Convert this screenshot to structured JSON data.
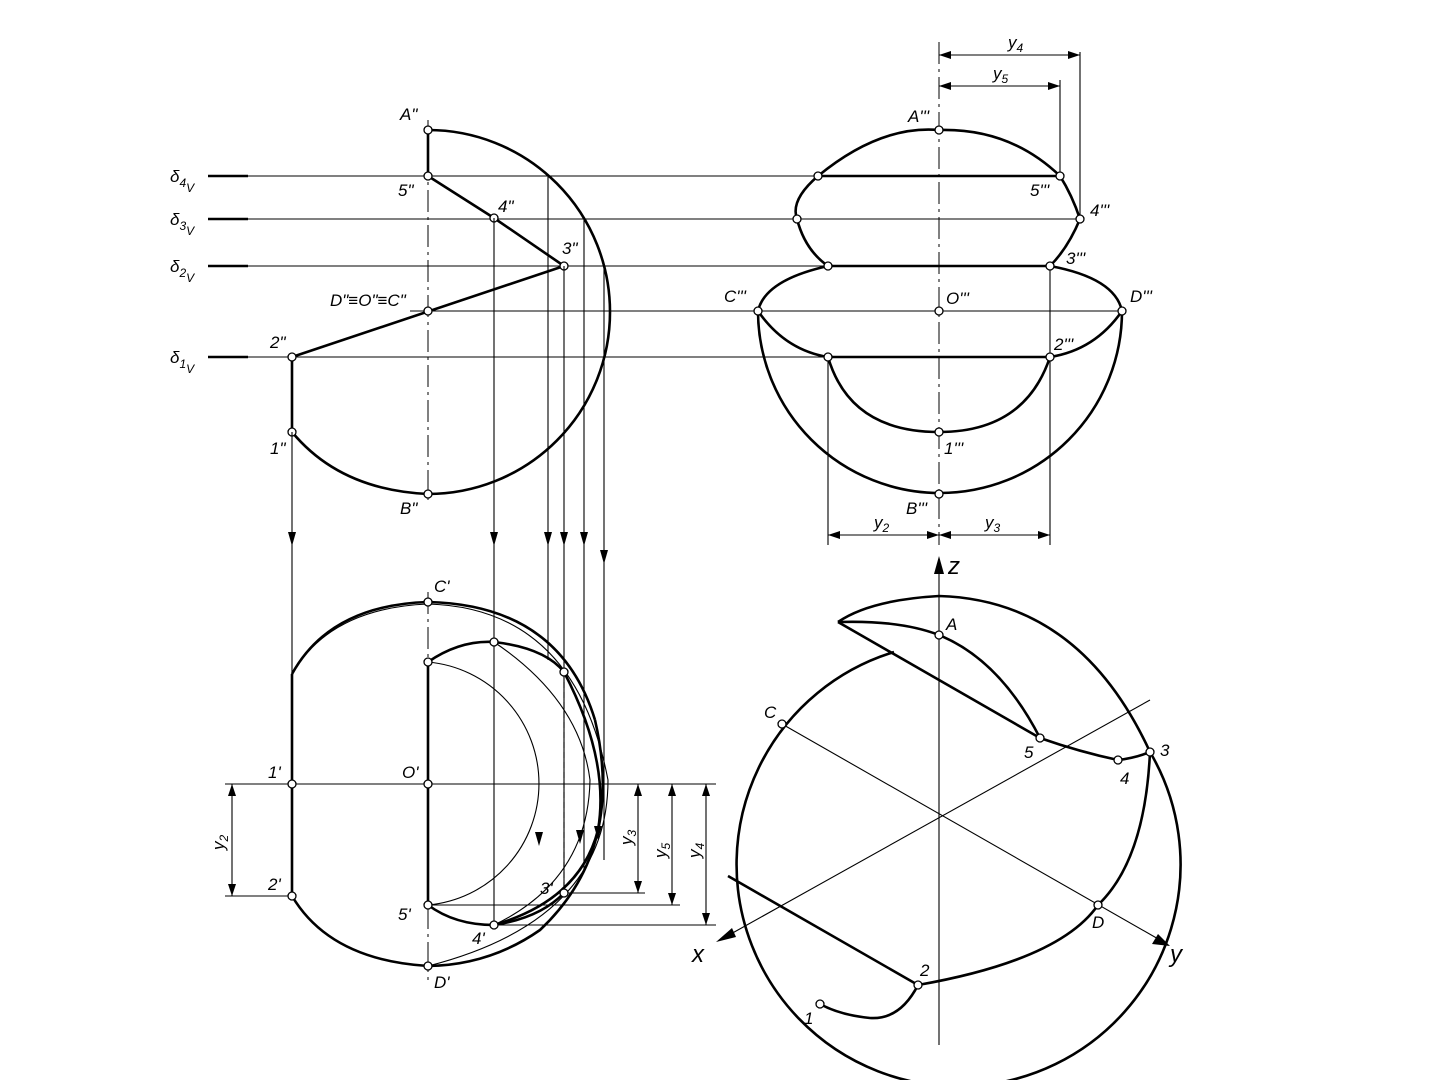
{
  "planes": [
    {
      "sym": "δ",
      "sub": "4",
      "subsub": "V"
    },
    {
      "sym": "δ",
      "sub": "3",
      "subsub": "V"
    },
    {
      "sym": "δ",
      "sub": "2",
      "subsub": "V"
    },
    {
      "sym": "δ",
      "sub": "1",
      "subsub": "V"
    }
  ],
  "front_view": {
    "A": "A\"",
    "B": "B\"",
    "DOC": "D\"≡O\"≡C\"",
    "p1": "1\"",
    "p2": "2\"",
    "p3": "3\"",
    "p4": "4\"",
    "p5": "5\""
  },
  "side_view": {
    "A": "A'''",
    "B": "B'''",
    "C": "C'''",
    "D": "D'''",
    "O": "O'''",
    "p1": "1'''",
    "p2": "2'''",
    "p3": "3'''",
    "p4": "4'''",
    "p5": "5'''"
  },
  "top_view": {
    "C": "C'",
    "D": "D'",
    "O": "O'",
    "p1": "1'",
    "p2": "2'",
    "p3": "3'",
    "p4": "4'",
    "p5": "5'"
  },
  "iso_view": {
    "A": "A",
    "C": "C",
    "D": "D",
    "p1": "1",
    "p2": "2",
    "p3": "3",
    "p4": "4",
    "p5": "5",
    "axis_x": "x",
    "axis_y": "y",
    "axis_z": "z"
  },
  "dimensions": {
    "y": "y",
    "y2": "2",
    "y3": "3",
    "y4": "4",
    "y5": "5"
  }
}
